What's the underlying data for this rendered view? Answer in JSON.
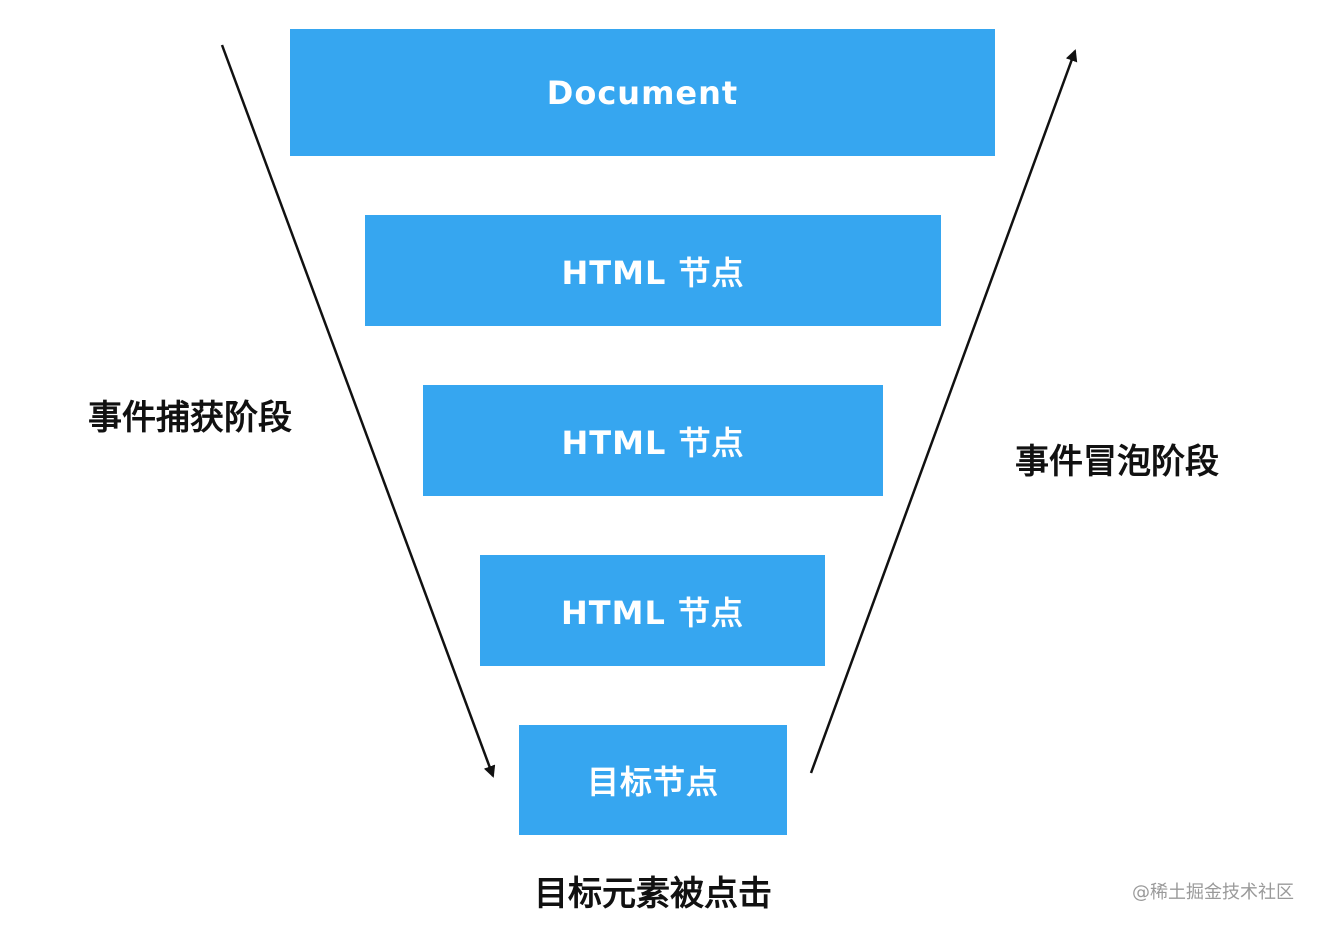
{
  "layers": [
    {
      "label": "Document"
    },
    {
      "label": "HTML 节点"
    },
    {
      "label": "HTML 节点"
    },
    {
      "label": "HTML 节点"
    },
    {
      "label": "目标节点"
    }
  ],
  "capture_phase_label": "事件捕获阶段",
  "bubble_phase_label": "事件冒泡阶段",
  "target_caption": "目标元素被点击",
  "watermark": "@稀土掘金技术社区",
  "colors": {
    "layer_fill": "#36a6f0",
    "layer_text": "#ffffff",
    "arrow": "#111111",
    "label_text": "#111111",
    "watermark_text": "#9a9a9a"
  }
}
